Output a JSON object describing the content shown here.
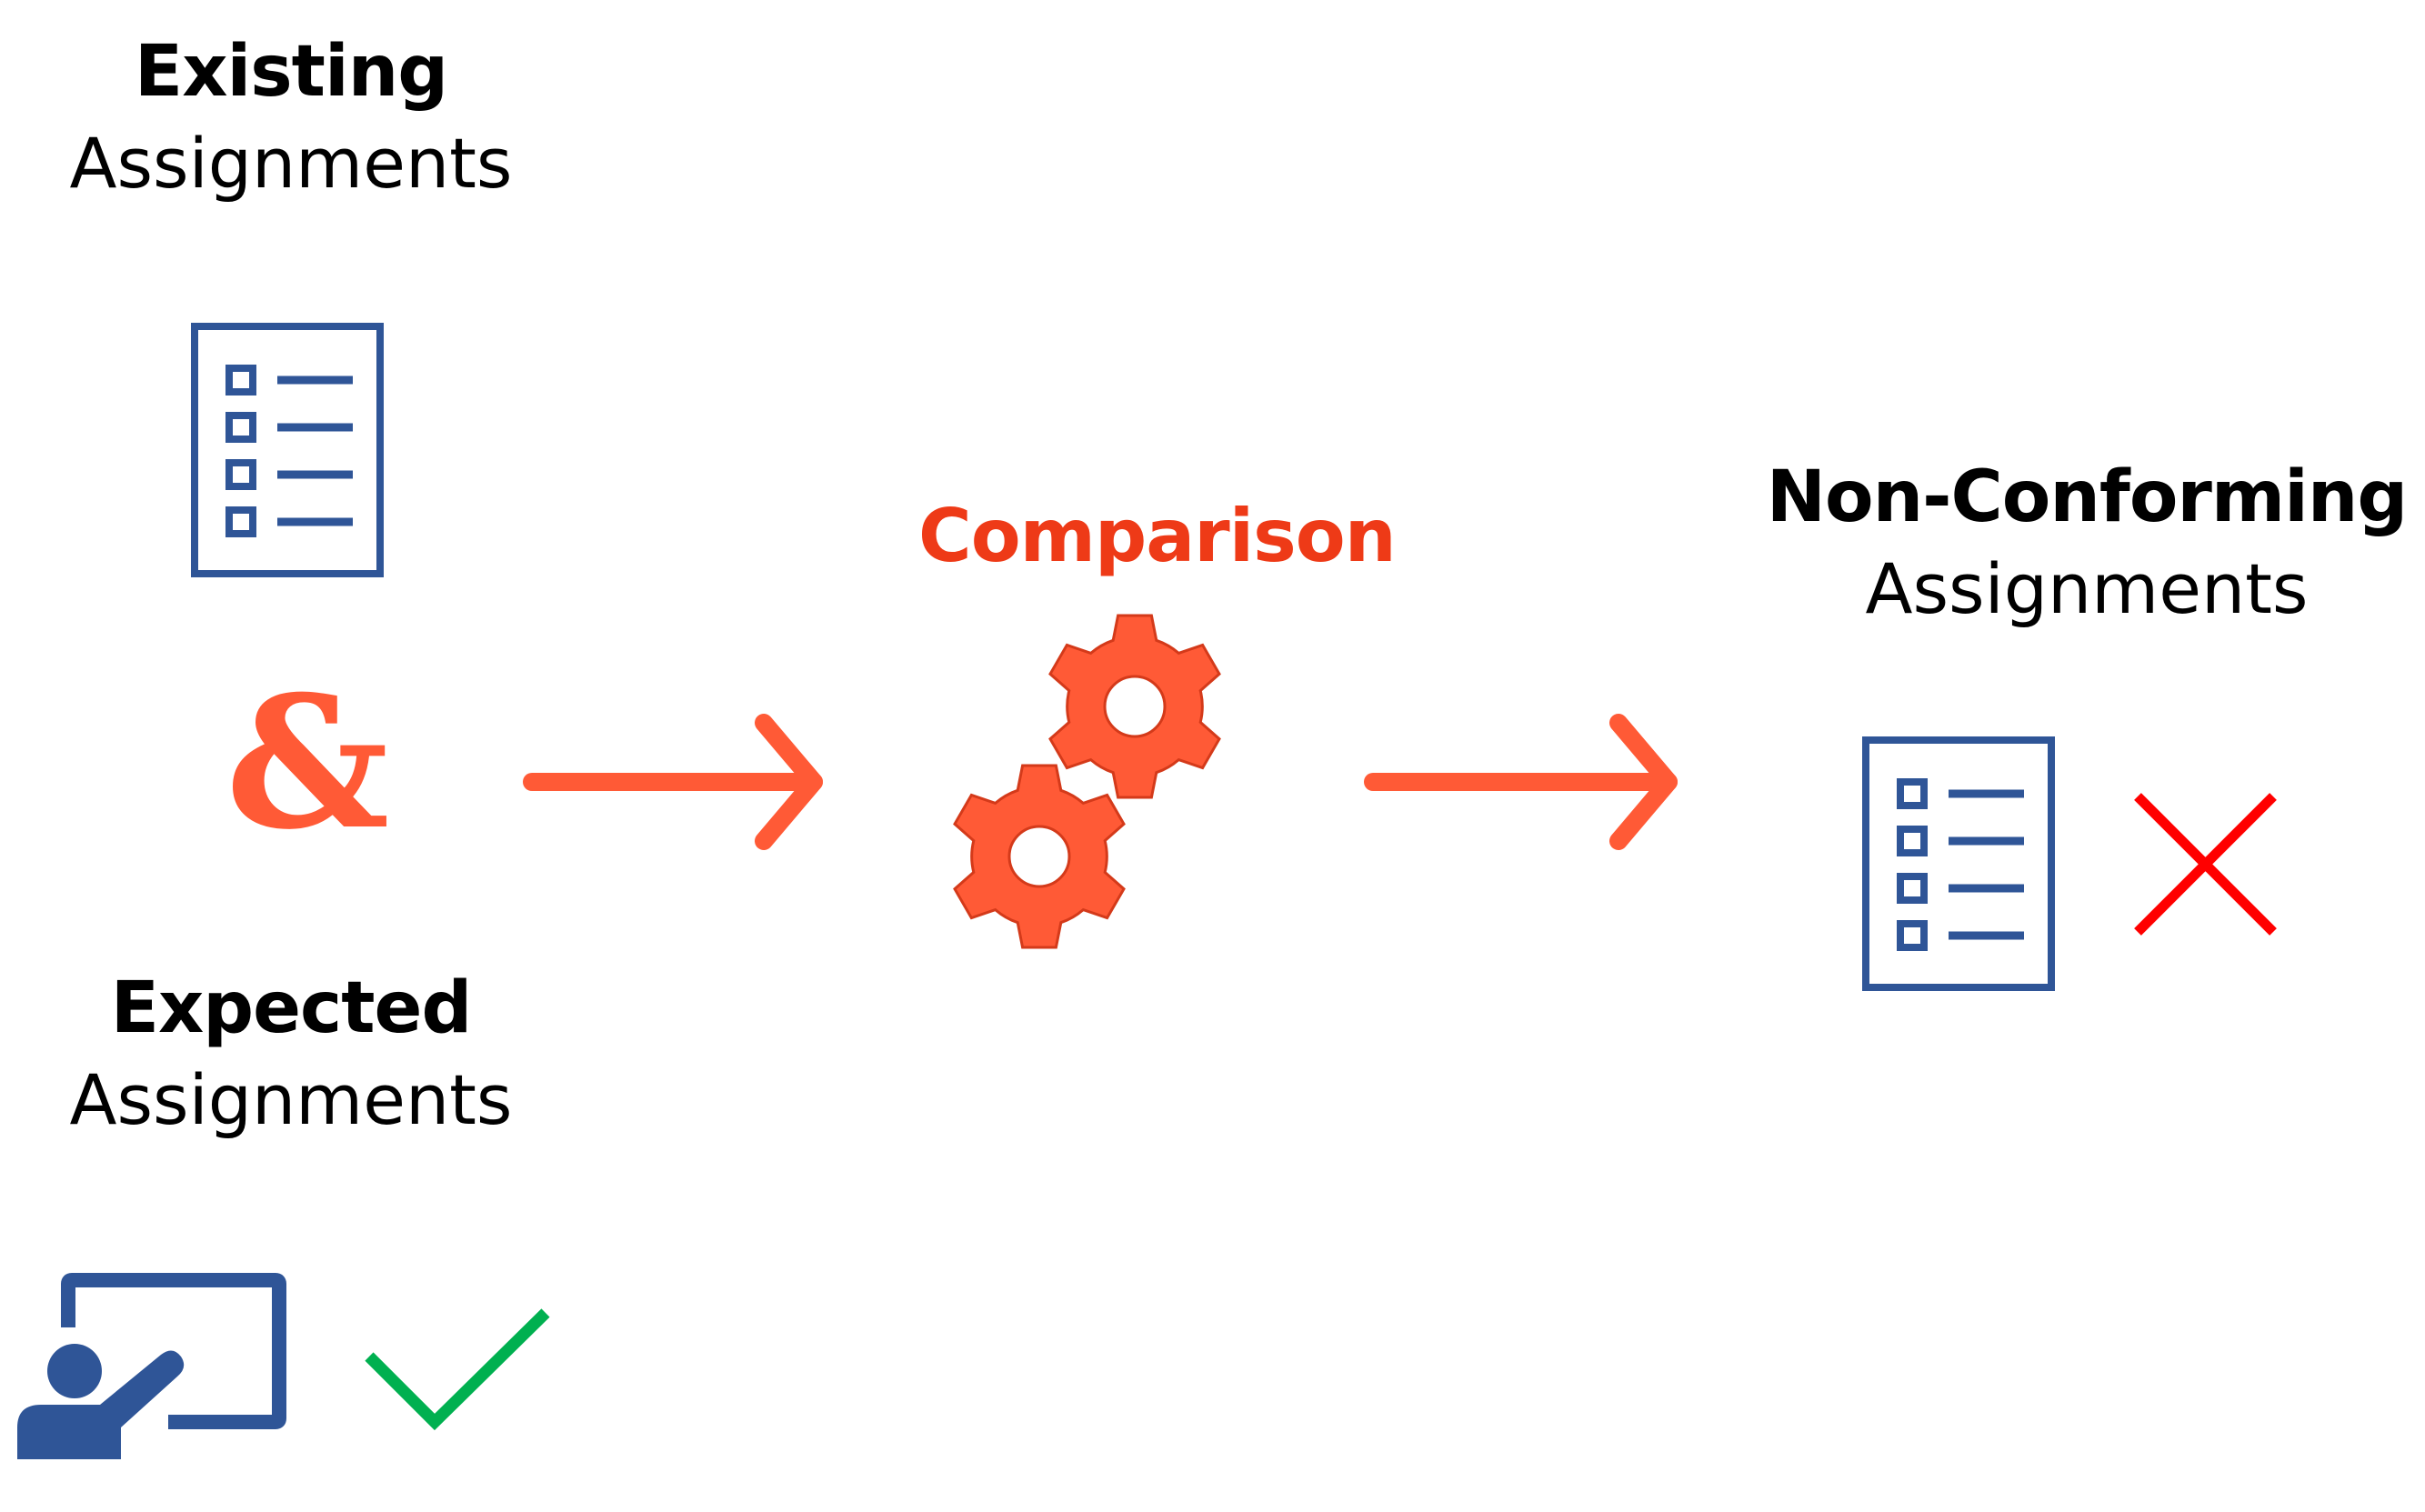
{
  "existing": {
    "title": "Existing",
    "subtitle": "Assignments"
  },
  "expected": {
    "title": "Expected",
    "subtitle": "Assignments"
  },
  "comparison": {
    "label": "Comparison"
  },
  "nonconforming": {
    "title": "Non-Conforming",
    "subtitle": "Assignments"
  },
  "connector": {
    "symbol": "&"
  },
  "colors": {
    "document_blue": "#2f5597",
    "accent_orange": "#ff5a36",
    "comparison_text": "#ee3a17",
    "check_green": "#00b050",
    "cross_red": "#ff0000",
    "text": "#000000"
  },
  "icons": {
    "existing": "checklist-icon",
    "expected": "presenter-icon",
    "valid": "checkmark-icon",
    "process": "gears-icon",
    "result": "checklist-icon",
    "invalid": "cross-icon"
  }
}
